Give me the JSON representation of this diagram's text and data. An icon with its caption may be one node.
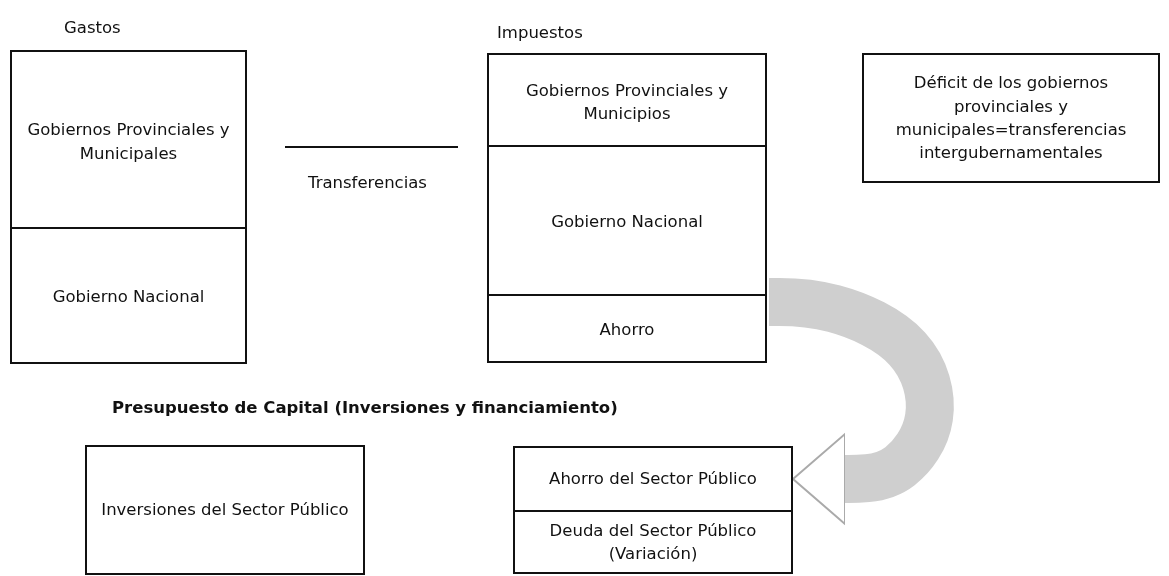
{
  "diagram": {
    "nodes": [
      {
        "text": [
          "Gastos"
        ]
      },
      {
        "text": [
          "Gobiernos Provinciales y Municipales"
        ],
        "in": 0
      },
      {
        "text": [
          "Gobierno Nacional"
        ],
        "in": 0
      },
      {
        "text": [
          "Impuestos"
        ]
      },
      {
        "text": [
          "Gobiernos Provinciales y Municipios"
        ],
        "in": 3
      },
      {
        "text": [
          "Gobierno Nacional"
        ],
        "in": 3
      },
      {
        "text": [
          "Ahorro"
        ],
        "in": 3
      },
      {
        "text": [
          "Déficit de los gobiernos provinciales y municipales=transferencias intergubernamentales"
        ]
      },
      {
        "text": [
          "Inversiones del Sector Público"
        ]
      },
      {
        "text": [
          "Ahorro del Sector Público"
        ]
      },
      {
        "text": [
          "Deuda del Sector Público (Variación)"
        ]
      }
    ],
    "edges": [
      {
        "from": 6,
        "to": 9,
        "arrow": "to"
      }
    ],
    "labels": [
      "Transferencias",
      "Presupuesto de Capital (Inversiones y financiamiento)"
    ]
  }
}
